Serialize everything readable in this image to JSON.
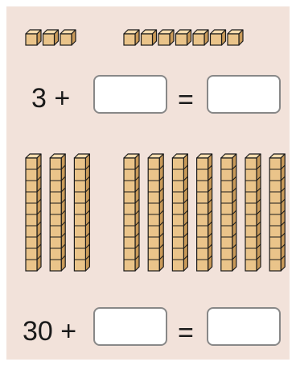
{
  "colors": {
    "background": "#f2e2da",
    "block_fill": "#eac48a",
    "block_top": "#f6dcae",
    "block_side": "#c99a59",
    "block_stroke": "#1a1a1a"
  },
  "row1": {
    "ones_groups": [
      3,
      7
    ],
    "equation": {
      "first_term": "3 +",
      "equals": "=",
      "blank_1": "",
      "blank_2": ""
    }
  },
  "row2": {
    "tens_groups": [
      3,
      7
    ],
    "equation": {
      "first_term": "30 +",
      "equals": "=",
      "blank_1": "",
      "blank_2": ""
    }
  }
}
